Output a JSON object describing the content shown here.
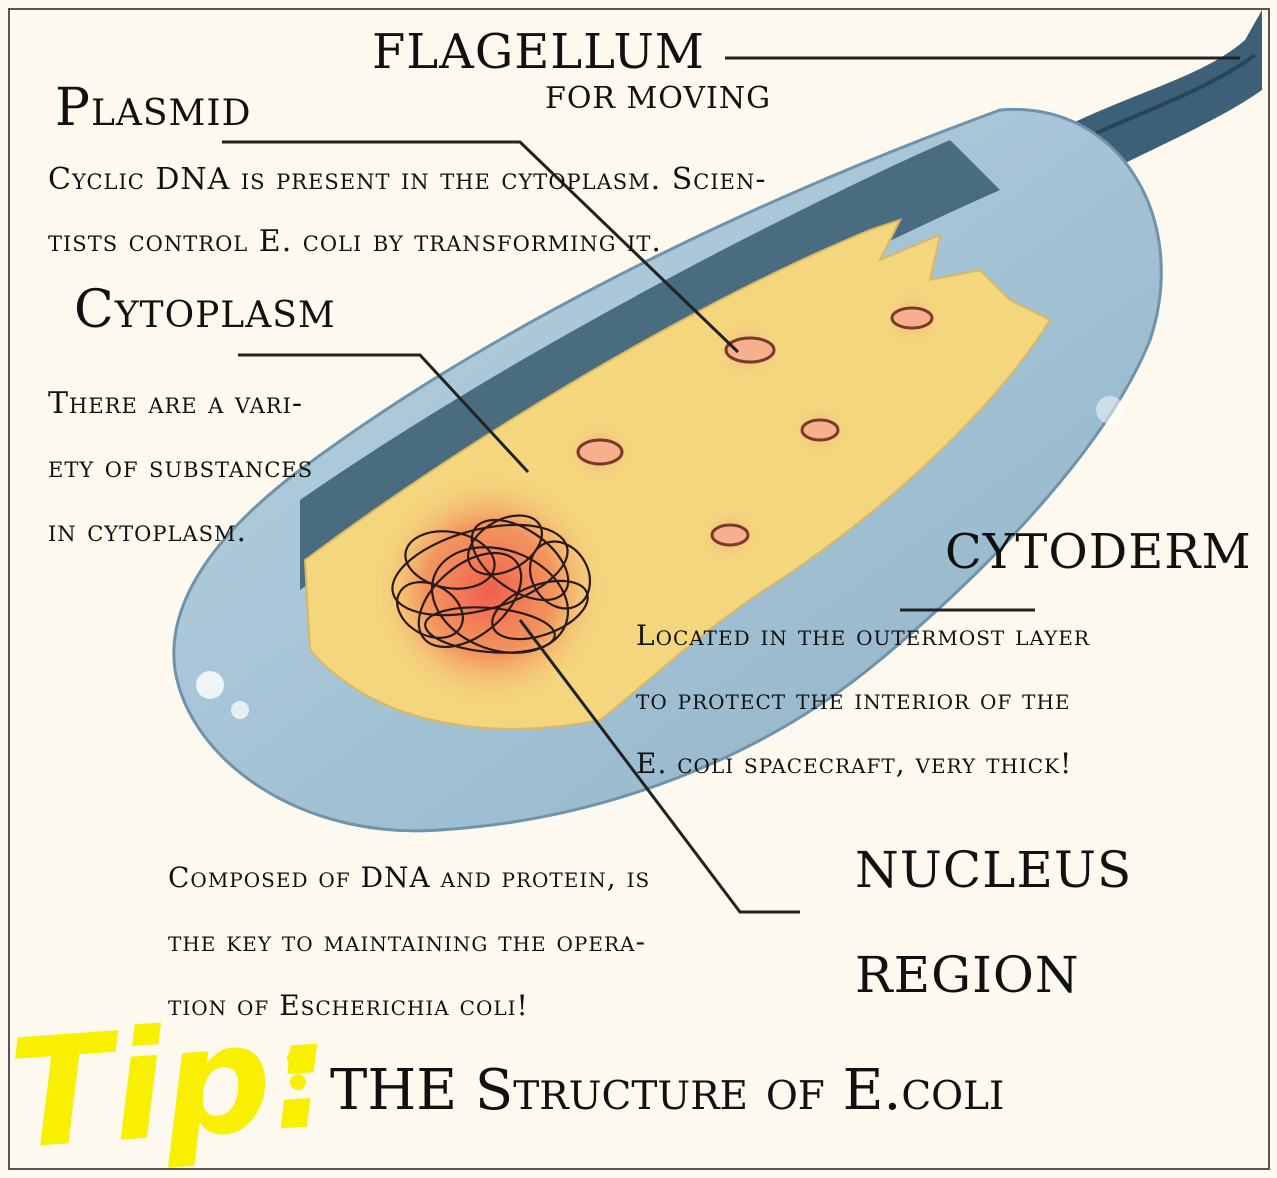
{
  "labels": {
    "flagellum": {
      "title": "FLAGELLUM",
      "desc": "FOR MOVING"
    },
    "plasmid": {
      "title": "Plasmid",
      "desc_line1": "Cyclic DNA is present in the cytoplasm. Scien-",
      "desc_line2": "tists control E. coli by transforming it."
    },
    "cytoplasm": {
      "title": "Cytoplasm",
      "desc_line1": "There are a vari-",
      "desc_line2": "ety of substances",
      "desc_line3": "in cytoplasm."
    },
    "cytoderm": {
      "title": "CYTODERM",
      "desc_line1": "Located in the outermost layer",
      "desc_line2": "to protect the interior of the",
      "desc_line3": "E. coli spacecraft, very thick!"
    },
    "nucleus": {
      "title_line1": "NUCLEUS",
      "title_line2": "REGION",
      "desc_line1": "Composed of DNA and protein, is",
      "desc_line2": "the key to maintaining the opera-",
      "desc_line3": "tion of Escherichia coli!"
    }
  },
  "tip": {
    "prefix": "Tip:",
    "title": "THE Structure of E.coli"
  },
  "colors": {
    "cell_wall": "#a9c8d9",
    "cell_wall_dark": "#7fa3b9",
    "flagellum": "#3d6078",
    "cytoplasm": "#f4d67e",
    "plasmid_glow": "#f3a27a",
    "nucleus_glow": "#f0584a",
    "tip_yellow": "#f8f000"
  }
}
